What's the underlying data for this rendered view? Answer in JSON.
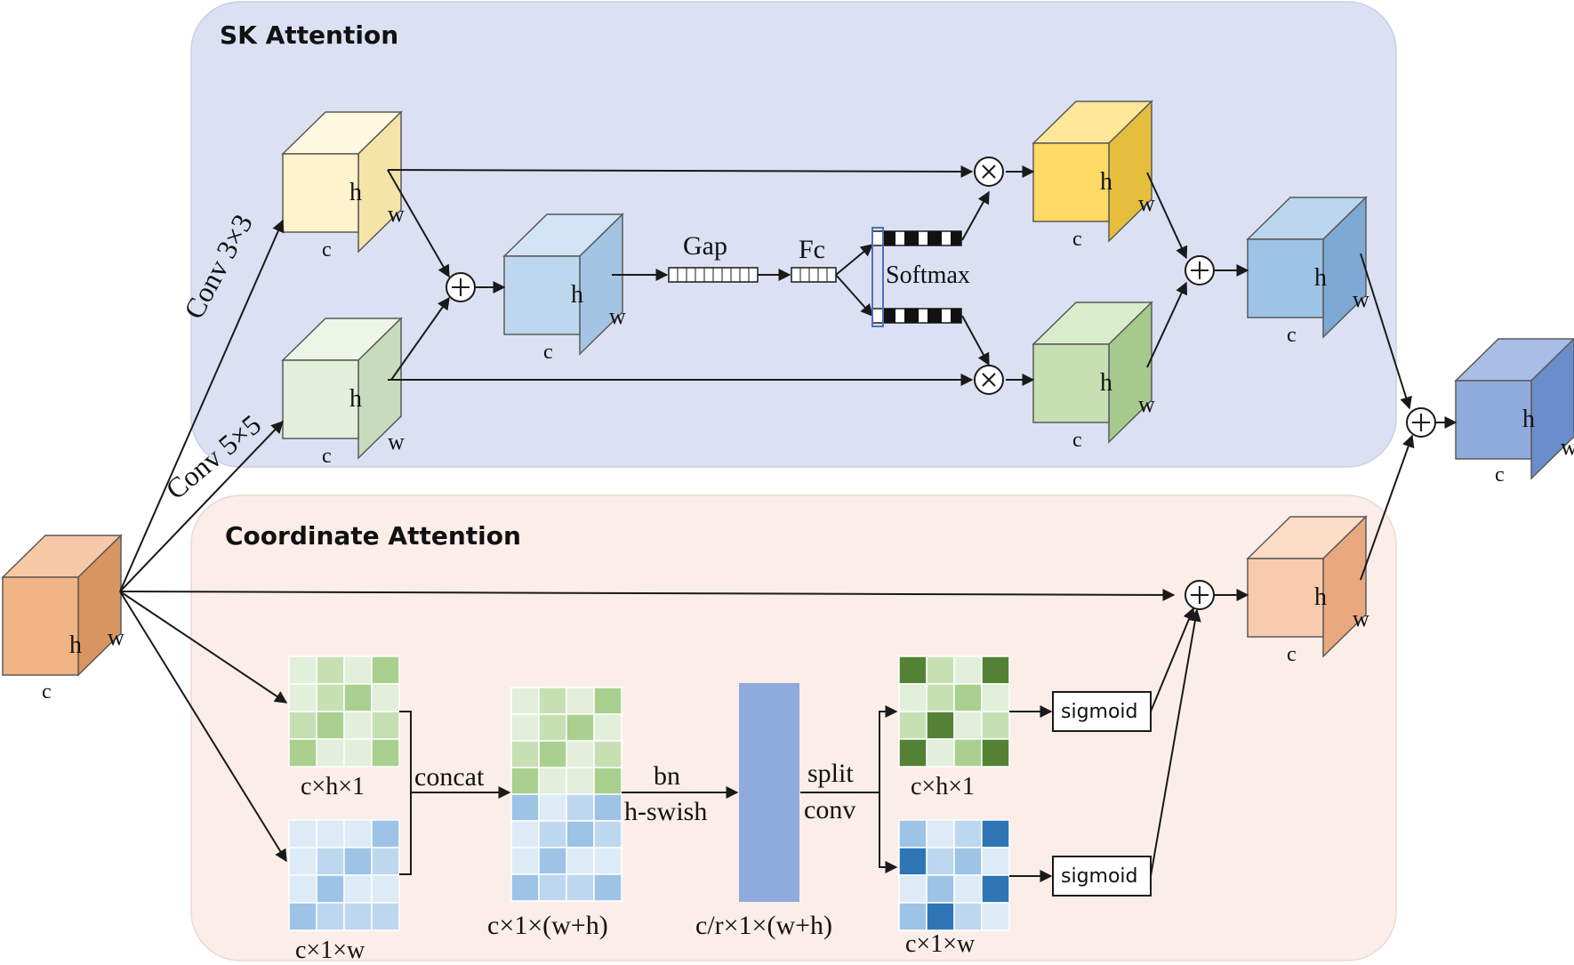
{
  "panels": {
    "sk_title": "SK Attention",
    "ca_title": "Coordinate Attention"
  },
  "cube_labels": {
    "h": "h",
    "w": "w",
    "c": "c"
  },
  "labels": {
    "conv3": "Conv 3×3",
    "conv5": "Conv 5×5",
    "gap": "Gap",
    "fc": "Fc",
    "softmax": "Softmax",
    "concat": "concat",
    "bn": "bn",
    "hswish": "h-swish",
    "split": "split",
    "conv": "conv",
    "sigmoid": "sigmoid",
    "chx1": "c×h×1",
    "cx1xw": "c×1×w",
    "cx1xwh": "c×1×(w+h)",
    "crx1xwh": "c/r×1×(w+h)"
  },
  "colors": {
    "sk_panel": "#dbe1f3",
    "ca_panel": "#fbeee8",
    "input_cube": "#f2b484",
    "yellow_cube": "#fff2cc",
    "yellow_dark_cube": "#ffd966",
    "green_cube": "#e2efda",
    "green_mid_cube": "#c6e0b4",
    "blue_cube": "#bdd7ee",
    "blue_mid_cube": "#9dc3e6",
    "output_cube": "#8faadc",
    "salmon_cube": "#f8cbad",
    "bar": "#8faadc"
  }
}
